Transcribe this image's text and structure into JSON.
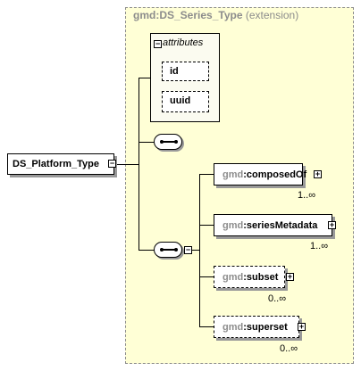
{
  "extension_box": {
    "name": "gmd:DS_Series_Type",
    "tag": "(extension)"
  },
  "attributes_box": {
    "label": "attributes",
    "fields": [
      "id",
      "uuid"
    ]
  },
  "main_element": {
    "name": "DS_Platform_Type"
  },
  "child_elements": [
    {
      "ns": "gmd",
      "sep": ":",
      "name": "composedOf",
      "multiplicity": "1..∞",
      "optional": false
    },
    {
      "ns": "gmd",
      "sep": ":",
      "name": "seriesMetadata",
      "multiplicity": "1..∞",
      "optional": false
    },
    {
      "ns": "gmd",
      "sep": ":",
      "name": "subset",
      "multiplicity": "0..∞",
      "optional": true
    },
    {
      "ns": "gmd",
      "sep": ":",
      "name": "superset",
      "multiplicity": "0..∞",
      "optional": true
    }
  ],
  "icons": {
    "collapse": "minus-box-icon",
    "expand": "plus-box-icon",
    "sequence": "sequence-compositor-icon"
  },
  "symbols": {
    "minus": "−",
    "plus": "+"
  }
}
